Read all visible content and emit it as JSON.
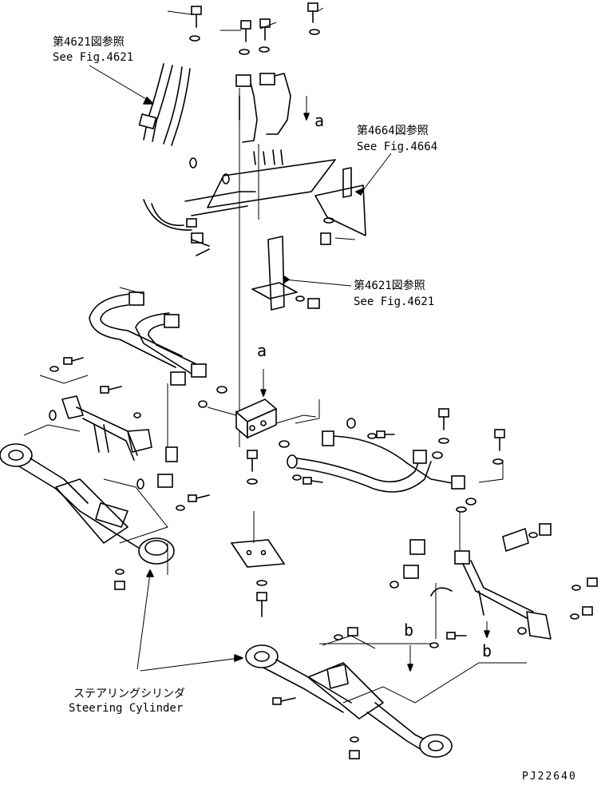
{
  "callouts": {
    "fig4621_top": {
      "jp": "第4621図参照",
      "en": "See Fig.4621"
    },
    "fig4664": {
      "jp": "第4664図参照",
      "en": "See Fig.4664"
    },
    "fig4621_mid": {
      "jp": "第4621図参照",
      "en": "See Fig.4621"
    },
    "steering": {
      "jp": "ステアリングシリンダ",
      "en": "Steering Cylinder"
    }
  },
  "markers": {
    "a_top": "a",
    "a_mid": "a",
    "b_left": "b",
    "b_right": "b"
  },
  "drawing_code": "PJ22640"
}
